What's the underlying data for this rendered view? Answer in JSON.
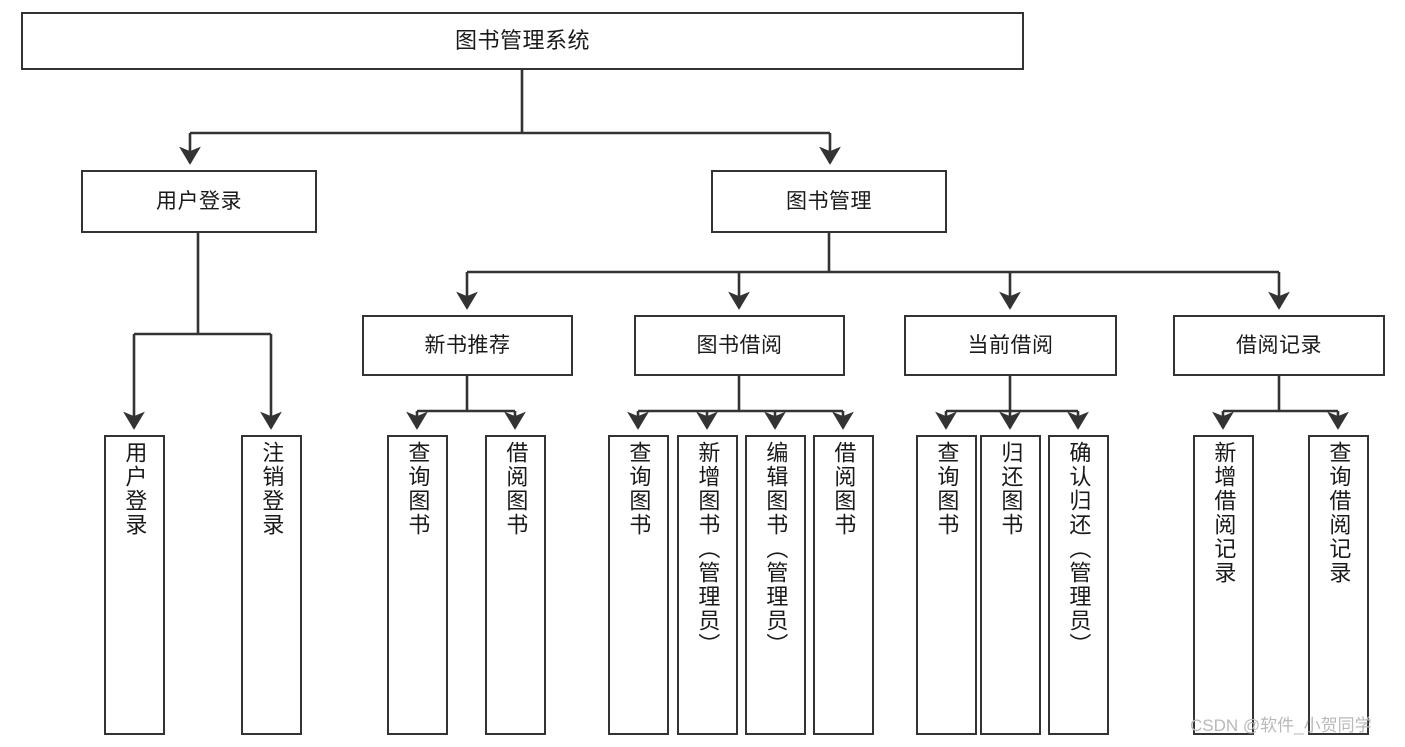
{
  "diagram": {
    "title": "图书管理系统",
    "type": "hierarchy-tree",
    "watermark": "CSDN @软件_小贺同学",
    "colors": {
      "box_border": "#333333",
      "box_fill": "#ffffff",
      "edge": "#333333",
      "text": "#1a1a1a",
      "watermark": "#b9b9b9"
    },
    "nodes": {
      "root": {
        "label": "图书管理系统"
      },
      "level2": [
        {
          "id": "user-login",
          "label": "用户登录"
        },
        {
          "id": "book-management",
          "label": "图书管理"
        }
      ],
      "level3": [
        {
          "id": "new-book-recommend",
          "label": "新书推荐"
        },
        {
          "id": "book-borrow",
          "label": "图书借阅"
        },
        {
          "id": "current-borrow",
          "label": "当前借阅"
        },
        {
          "id": "borrow-record",
          "label": "借阅记录"
        }
      ],
      "leaves": {
        "user_login": [
          {
            "id": "leaf-user-login",
            "label": "用户登录"
          },
          {
            "id": "leaf-logout",
            "label": "注销登录"
          }
        ],
        "new_book_recommend": [
          {
            "id": "leaf-query-book-1",
            "label": "查询图书"
          },
          {
            "id": "leaf-borrow-book-1",
            "label": "借阅图书"
          }
        ],
        "book_borrow": [
          {
            "id": "leaf-query-book-2",
            "label": "查询图书"
          },
          {
            "id": "leaf-add-book",
            "label": "新增图书（管理员）"
          },
          {
            "id": "leaf-edit-book",
            "label": "编辑图书（管理员）"
          },
          {
            "id": "leaf-borrow-book-2",
            "label": "借阅图书"
          }
        ],
        "current_borrow": [
          {
            "id": "leaf-query-book-3",
            "label": "查询图书"
          },
          {
            "id": "leaf-return-book",
            "label": "归还图书"
          },
          {
            "id": "leaf-confirm-return",
            "label": "确认归还（管理员）"
          }
        ],
        "borrow_record": [
          {
            "id": "leaf-add-record",
            "label": "新增借阅记录"
          },
          {
            "id": "leaf-query-record",
            "label": "查询借阅记录"
          }
        ]
      }
    }
  }
}
